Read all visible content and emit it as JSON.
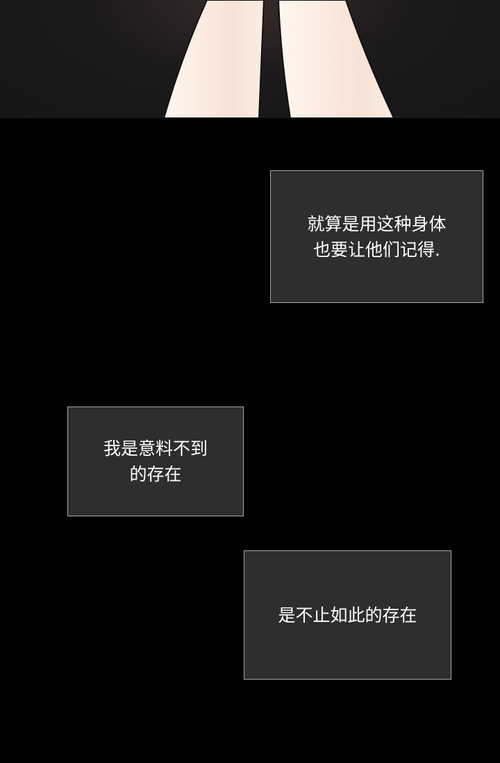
{
  "captions": [
    {
      "lines": [
        "就算是用这种身体",
        "也要让他们记得."
      ]
    },
    {
      "lines": [
        "我是意料不到",
        "的存在"
      ]
    },
    {
      "lines": [
        "是不止如此的存在"
      ]
    }
  ],
  "colors": {
    "caption_bg": "#2e2e2e",
    "caption_border": "#a8a8a8",
    "page_bg": "#000000",
    "skin": "#fbeee2"
  }
}
